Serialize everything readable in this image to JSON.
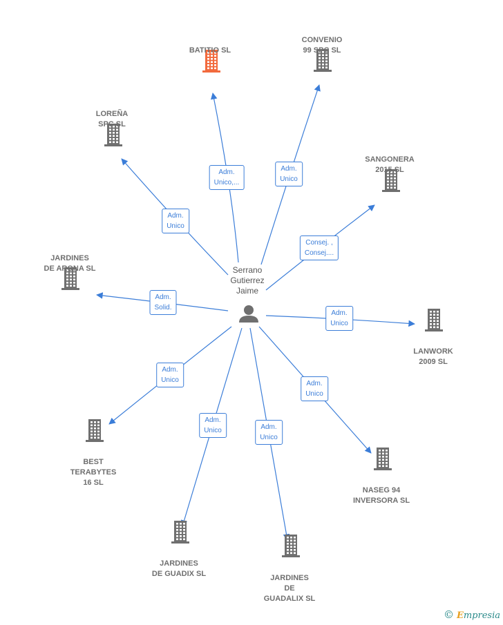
{
  "center": {
    "label": "Serrano\nGutierrez\nJaime",
    "icon": "person-icon"
  },
  "companies": [
    {
      "id": "batitio",
      "label": "BATITIO  SL",
      "highlight": true,
      "icon": "building-icon",
      "color": "#f26a3d"
    },
    {
      "id": "convenio",
      "label": "CONVENIO\n99 SPC  SL",
      "icon": "building-icon"
    },
    {
      "id": "lorena",
      "label": "LOREÑA\nSPC  SL",
      "icon": "building-icon"
    },
    {
      "id": "sangonera",
      "label": "SANGONERA\n2015  SL",
      "icon": "building-icon"
    },
    {
      "id": "arona",
      "label": "JARDINES\nDE ARONA  SL",
      "icon": "building-icon"
    },
    {
      "id": "lanwork",
      "label": "LANWORK\n2009  SL",
      "icon": "building-icon"
    },
    {
      "id": "best",
      "label": "BEST\nTERABYTES\n16  SL",
      "icon": "building-icon"
    },
    {
      "id": "naseg",
      "label": "NASEG 94\nINVERSORA SL",
      "icon": "building-icon"
    },
    {
      "id": "guadix",
      "label": "JARDINES\nDE GUADIX  SL",
      "icon": "building-icon"
    },
    {
      "id": "guadalix",
      "label": "JARDINES\nDE\nGUADALIX SL",
      "icon": "building-icon"
    }
  ],
  "relations": [
    {
      "target": "batitio",
      "role": "Adm.\nUnico,..."
    },
    {
      "target": "convenio",
      "role": "Adm.\nUnico"
    },
    {
      "target": "lorena",
      "role": "Adm.\nUnico"
    },
    {
      "target": "sangonera",
      "role": "Consej. ,\nConsej...."
    },
    {
      "target": "arona",
      "role": "Adm.\nSolid."
    },
    {
      "target": "lanwork",
      "role": "Adm.\nUnico"
    },
    {
      "target": "best",
      "role": "Adm.\nUnico"
    },
    {
      "target": "naseg",
      "role": "Adm.\nUnico"
    },
    {
      "target": "guadix",
      "role": "Adm.\nUnico"
    },
    {
      "target": "guadalix",
      "role": "Adm.\nUnico"
    }
  ],
  "colors": {
    "edge": "#3b7dd8",
    "building": "#6f6f6f",
    "highlight": "#f26a3d",
    "person": "#6f6f6f"
  },
  "footer": {
    "copyright": "©",
    "brand_initial": "E",
    "brand_rest": "mpresia"
  }
}
